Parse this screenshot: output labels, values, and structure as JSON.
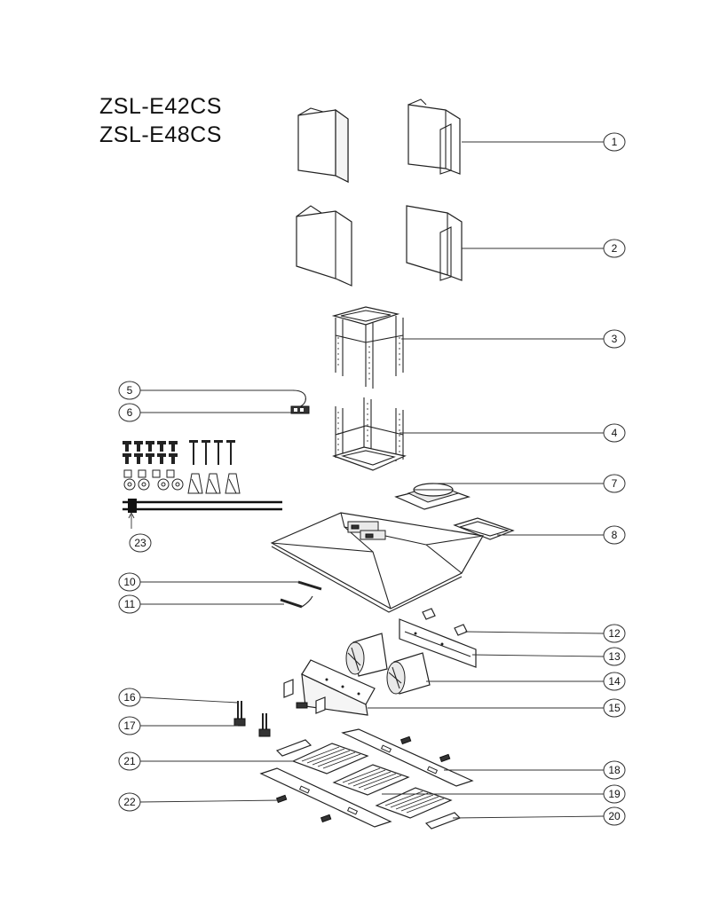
{
  "models": [
    "ZSL-E42CS",
    "ZSL-E48CS"
  ],
  "callouts": [
    "1",
    "2",
    "3",
    "4",
    "5",
    "6",
    "7",
    "8",
    "10",
    "11",
    "12",
    "13",
    "14",
    "15",
    "16",
    "17",
    "18",
    "19",
    "20",
    "21",
    "22",
    "23"
  ]
}
